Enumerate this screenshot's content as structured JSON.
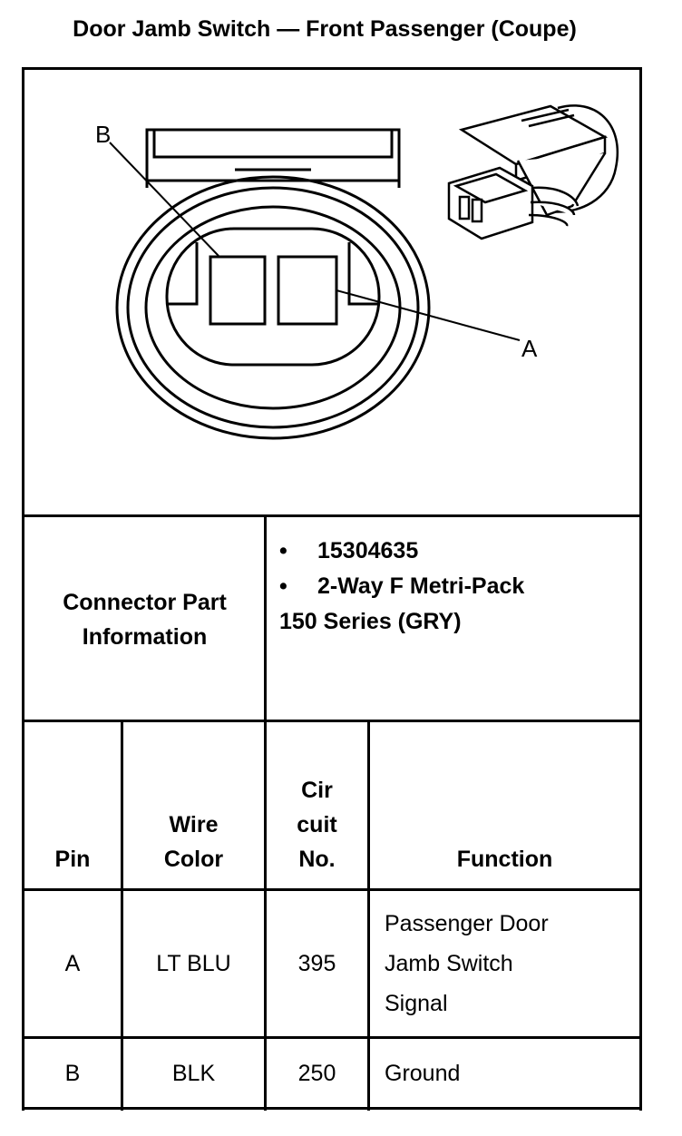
{
  "title": "Door Jamb Switch — Front Passenger (Coupe)",
  "diagram": {
    "label_a": "A",
    "label_b": "B"
  },
  "connector": {
    "label_line1": "Connector Part",
    "label_line2": "Information",
    "bullet_char": "•",
    "part_number": "15304635",
    "description_line1": "2-Way F Metri-Pack",
    "description_line2": "150 Series (GRY)"
  },
  "table": {
    "headers": {
      "pin": "Pin",
      "wire_color_line1": "Wire",
      "wire_color_line2": "Color",
      "circuit_line1": "Cir",
      "circuit_line2": "cuit",
      "circuit_line3": "No.",
      "function": "Function"
    },
    "rows": [
      {
        "pin": "A",
        "wire_color": "LT BLU",
        "circuit": "395",
        "function_line1": "Passenger Door",
        "function_line2": "Jamb Switch",
        "function_line3": "Signal"
      },
      {
        "pin": "B",
        "wire_color": "BLK",
        "circuit": "250",
        "function": "Ground"
      }
    ]
  }
}
